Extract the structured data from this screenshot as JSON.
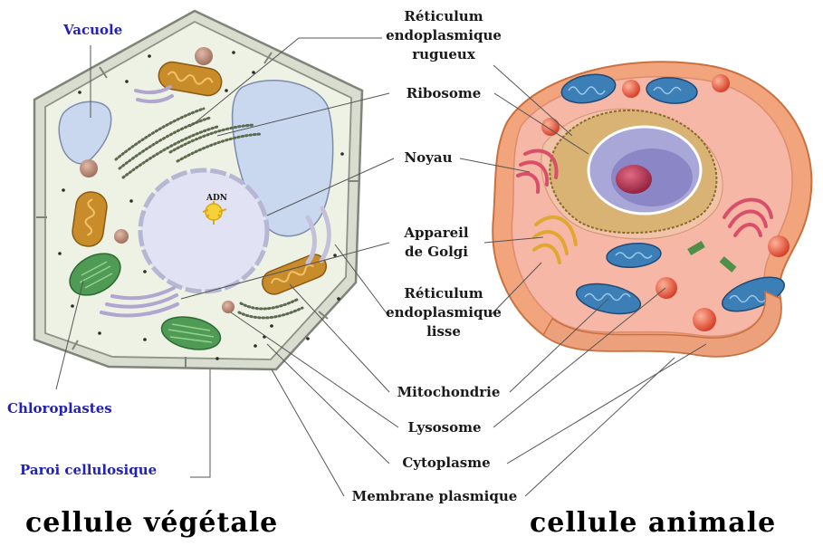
{
  "labels": {
    "vacuole": "Vacuole",
    "chloroplastes": "Chloroplastes",
    "paroi": "Paroi cellulosique",
    "adn": "ADN",
    "rer_line1": "Réticulum",
    "rer_line2": "endoplasmique",
    "rer_line3": "rugueux",
    "ribosome": "Ribosome",
    "noyau": "Noyau",
    "golgi_line1": "Appareil",
    "golgi_line2": "de Golgi",
    "rel_line1": "Réticulum",
    "rel_line2": "endoplasmique",
    "rel_line3": "lisse",
    "mitochondrie": "Mitochondrie",
    "lysosome": "Lysosome",
    "cytoplasme": "Cytoplasme",
    "membrane": "Membrane plasmique"
  },
  "captions": {
    "vegetale": "cellule végétale",
    "animale": "cellule animale"
  },
  "colors": {
    "plant_wall": "#d9ddd0",
    "plant_cytoplasm": "#edf2e4",
    "vacuole": "#c9d8ef",
    "nucleus": "#e1e2f3",
    "chloroplast": "#4f9a54",
    "mitochondrion": "#c98c2a",
    "animal_cytoplasm": "#f6b7a6",
    "animal_membrane": "#f2a47c",
    "animal_mito": "#3c7fb7",
    "animal_golgi": "#d94f6a",
    "lysosome": "#e2563a",
    "label_blue": "#2222bb"
  }
}
